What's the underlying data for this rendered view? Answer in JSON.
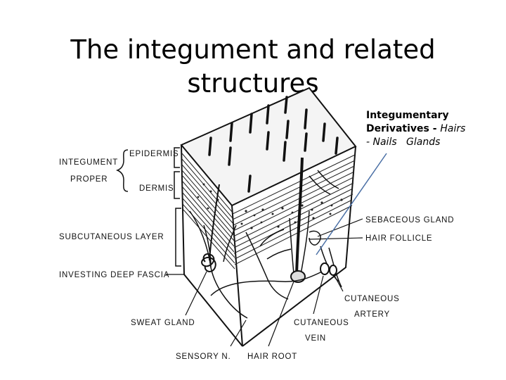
{
  "title": {
    "line1": "The integument and related",
    "line2": "structures"
  },
  "callout": {
    "heading": "Integumentary",
    "derivatives_label": "Derivatives - ",
    "hairs": "Hairs",
    "nails": "- Nails",
    "glands": "Glands",
    "arrow_color": "#4a6fa5"
  },
  "labels": {
    "integument": "INTEGUMENT",
    "proper": "PROPER",
    "epidermis": "EPIDERMIS",
    "dermis": "DERMIS",
    "subcutaneous_layer": "SUBCUTANEOUS  LAYER",
    "investing_deep_fascia": "INVESTING  DEEP  FASCIA",
    "sweat_gland": "SWEAT  GLAND",
    "sensory_n": "SENSORY  N.",
    "hair_root": "HAIR  ROOT",
    "cutaneous_vein_1": "CUTANEOUS",
    "cutaneous_vein_2": "VEIN",
    "cutaneous_artery_1": "CUTANEOUS",
    "cutaneous_artery_2": "ARTERY",
    "sebaceous_gland": "SEBACEOUS  GLAND",
    "hair_follicle": "HAIR  FOLLICLE"
  }
}
